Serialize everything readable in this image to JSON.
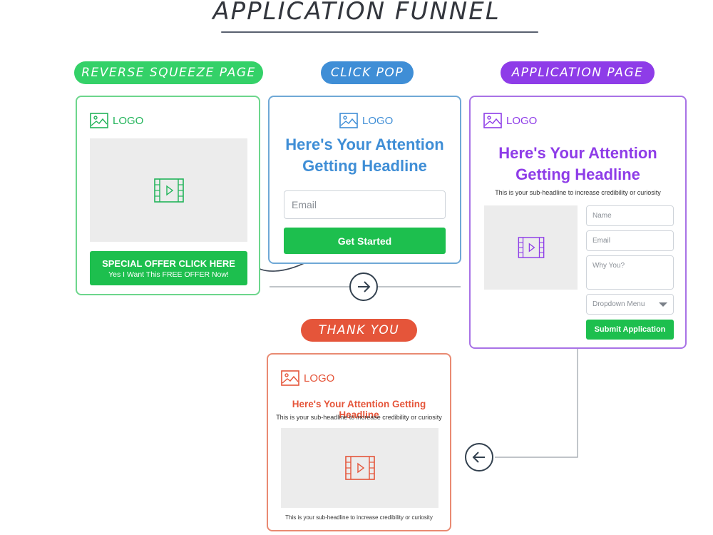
{
  "title": "APPLICATION FUNNEL",
  "stages": {
    "reverse_squeeze": {
      "label": "REVERSE SQUEEZE PAGE",
      "logo_text": "LOGO",
      "button_line1": "SPECIAL OFFER CLICK HERE",
      "button_line2": "Yes I Want This FREE OFFER Now!",
      "color": "#34d168"
    },
    "click_pop": {
      "label": "CLICK POP",
      "logo_text": "LOGO",
      "headline": "Here's Your Attention Getting Headline",
      "email_placeholder": "Email",
      "button": "Get Started",
      "color": "#3f8ed6"
    },
    "application_page": {
      "label": "APPLICATION PAGE",
      "logo_text": "LOGO",
      "headline": "Here's Your Attention Getting Headline",
      "subheadline": "This is your sub-headline to increase credibility or curiosity",
      "fields": {
        "name": "Name",
        "email": "Email",
        "why_you": "Why You?",
        "dropdown": "Dropdown Menu"
      },
      "button": "Submit Application",
      "color": "#8e3ce8"
    },
    "thank_you": {
      "label": "THANK YOU",
      "logo_text": "LOGO",
      "headline": "Here's Your Attention Getting Headline",
      "subheadline": "This is your sub-headline to increase credibility or curiosity",
      "footer_text": "This is your sub-headline to increase credibility or curiosity",
      "color": "#e5553a"
    }
  },
  "icons": {
    "image": "image-icon",
    "video": "video-icon",
    "arrow_right": "arrow-right-icon",
    "arrow_left": "arrow-left-icon"
  }
}
